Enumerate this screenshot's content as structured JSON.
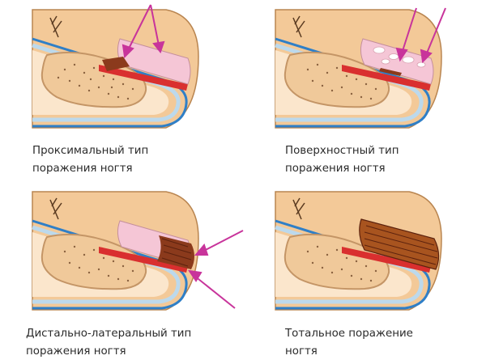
{
  "panels": [
    {
      "id": "proximal",
      "caption_line1": "Проксимальный тип",
      "caption_line2": "поражения ногтя"
    },
    {
      "id": "superficial",
      "caption_line1": "Поверхностный тип",
      "caption_line2": "поражения ногтя"
    },
    {
      "id": "distal-lateral",
      "caption_line1": "Дистально-латеральный тип",
      "caption_line2": "поражения ногтя"
    },
    {
      "id": "total",
      "caption_line1": "Тотальное поражение",
      "caption_line2": "ногтя"
    }
  ],
  "colors": {
    "skin": "#f3c998",
    "skin_outline": "#b98550",
    "bone": "#f0c99a",
    "bone_dots": "#8a6240",
    "soft_tissue": "#fbe6cc",
    "cuticle_blue": "#2f7fc7",
    "light_blue": "#bcd9ec",
    "nail_pink": "#f5c6d6",
    "nail_bed_red": "#d92f2f",
    "infection_brown": "#8b3a1c",
    "arrow_magenta": "#c8349b"
  }
}
